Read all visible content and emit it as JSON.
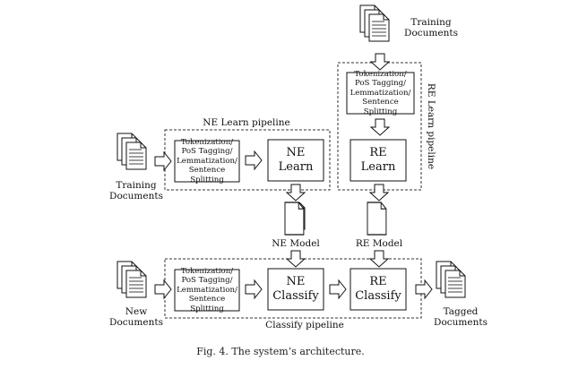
{
  "caption": "Fig. 4.   The system’s architecture.",
  "docs": {
    "training_top": "Training\nDocuments",
    "training_left": "Training\nDocuments",
    "new": "New\nDocuments",
    "tagged": "Tagged\nDocuments"
  },
  "pipelines": {
    "ne_learn": "NE Learn pipeline",
    "re_learn": "RE Learn pipeline",
    "classify": "Classify pipeline"
  },
  "preprocess_label": "Tokenization/\nPoS Tagging/\nLemmatization/\nSentence Splitting",
  "components": {
    "ne_learn": "NE\nLearn",
    "re_learn": "RE\nLearn",
    "ne_classify": "NE\nClassify",
    "re_classify": "RE\nClassify"
  },
  "models": {
    "ne": "NE Model",
    "re": "RE Model"
  }
}
